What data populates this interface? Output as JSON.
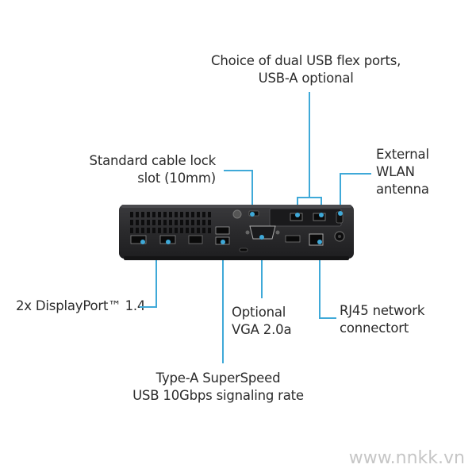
{
  "labels": {
    "usb_flex": "Choice of dual USB flex ports,\nUSB-A optional",
    "cable_lock": "Standard cable lock\nslot (10mm)",
    "wlan": "External\nWLAN\nantenna",
    "displayport": "2x DisplayPort™ 1.4",
    "vga": "Optional\nVGA 2.0a",
    "rj45": "RJ45 network\nconnectort",
    "usb_typea": "Type-A SuperSpeed\nUSB 10Gbps signaling rate"
  },
  "watermark": "www.nnkk.vn",
  "colors": {
    "callout": "#3fa9d8",
    "chassis": "#2a2a2c",
    "text": "#2b2b2b"
  }
}
